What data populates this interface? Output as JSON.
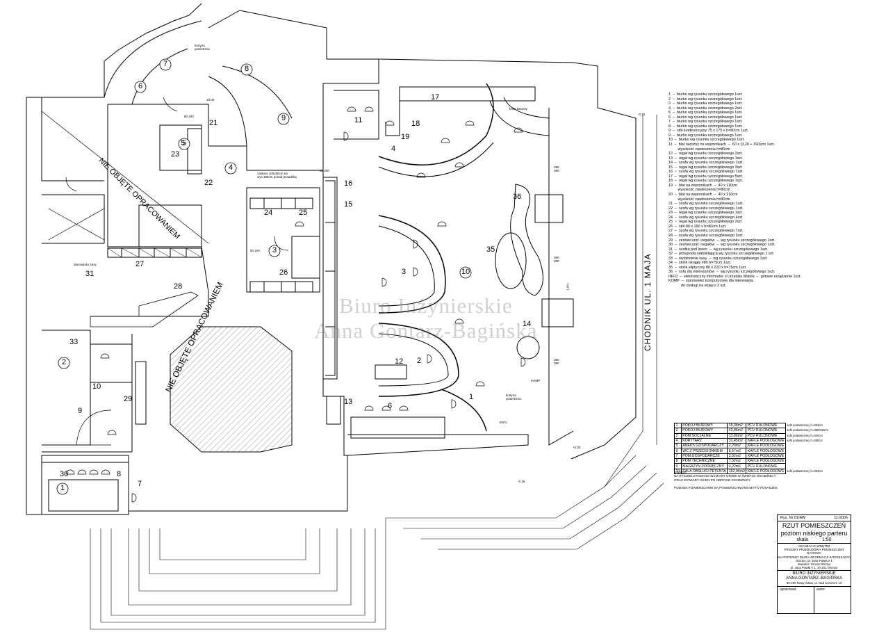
{
  "watermark": {
    "line1": "Biuro Inżynierskie",
    "line2": "Anna Gontarz-Bagińska"
  },
  "street_label": "CHODNIK UL. 1 MAJA",
  "hatched_labels": {
    "large": "NIE OBJĘTE OPRACOWANIEM",
    "diagonal": "NIE OBJĘTE OPRACOWANIEM"
  },
  "room_numbers": [
    "1",
    "2",
    "3",
    "4",
    "5",
    "6",
    "7",
    "8",
    "9",
    "10"
  ],
  "furniture_numbers": [
    "1",
    "2",
    "3",
    "4",
    "5",
    "6",
    "7",
    "8",
    "9",
    "10",
    "11",
    "12",
    "13",
    "14",
    "15",
    "16",
    "17",
    "18",
    "19",
    "21",
    "22",
    "23",
    "24",
    "25",
    "26",
    "27",
    "28",
    "29",
    "30",
    "31",
    "33",
    "35",
    "36"
  ],
  "small_notes": {
    "kurtyna1": "kurtyna powietrzna",
    "kurtyna2": "kurtyna powietrzna",
    "boks": "boks kasowy",
    "stanowisko": "stanowisko kasy",
    "zaslona": "zasłona 100x90cm na wys.185cm ponad posadzką",
    "info": "INFO",
    "komp": "KOMP",
    "lev1": "±0.00",
    "lev2": "-0.16",
    "lev3": "+0.00",
    "lev4": "-0.16",
    "d1": "90 200",
    "d2": "80 200",
    "d3": "80 200",
    "d4": "380 380",
    "d5": "380 380",
    "d6": "380 380",
    "d7": "1.5%"
  },
  "legend": [
    "1  –  biurko wg rysunku szczegółowego 1szt.",
    "2  –  biurko wg rysunku szczegółowego 1szt.",
    "3  –  biurko wg rysunku szczegółowego 1szt.",
    "4  –  biurko wg rysunku szczegółowego 2szt.",
    "5  –  biurko wg rysunku szczegółowego 1szt.",
    "6  –  biurko wg rysunku szczegółowego 1szt.",
    "7  –  biurko wg rysunku szczegółowego 1szt.",
    "8  –  biurko wg rysunku szczegółowego 1szt.",
    "9  –  stół konferencyjny 75 x 175 x h=80cm 1szt.",
    "9  –  biurko wg rysunku szczegółowego 1szt.",
    "10  –  biurko wg rysunku szczegółowego 1szt.",
    "11  –  blat narożny na wspornikach  –  60 x (3,20 + 190)cm 1szt.",
    "         wysokość zawieszenia h=80cm",
    "12  –  regał wg rysunku szczegółowego 2szt.",
    "13  –  regał wg rysunku szczegółowego 1szt.",
    "14  –  szafa wg rysunku szczegółowego 1szt.",
    "15  –  regał wg rysunku szczegółowego 3szt.",
    "16  –  szafa wg rysunku szczegółowego 1szt.",
    "17  –  regał wg rysunku szczegółowego 5szt.",
    "18  –  regał wg rysunku szczegółowego 1szt.",
    "19  –  blat na wspornikach  –  40 x 110cm",
    "         wysokość zawieszenia h=80cm",
    "20  –  blat na wspornikach  –  40 x 210cm",
    "         wysokość zawieszenia h=80cm",
    "21  –  szafa wg rysunku szczegółowego 1szt.",
    "22  –  szafa wg rysunku szczegółowego 1szt.",
    "23  –  regał wg rysunku szczegółowego 1szt.",
    "24  –  szafa wg rysunku szczegółowego 4szt.",
    "25  –  regał wg rysunku szczegółowego 2szt.",
    "26  –  stół 80 x 160 x h=80cm 1szt.",
    "27  –  szafa wg rysunku szczegółowego 7szt.",
    "28  –  szafa wg rysunku szczegółowego 3szt.",
    "29  –  zestaw szaf i regałów  –  wg rysunku szczegółowego 1szt.",
    "30  –  zestaw szaf i regałów  –  wg rysunku szczegółowego 1szt.",
    "31  –  szafka pod ksero  –  wg rysunku szczegółowego 1szt.",
    "32  –  przegroda oddzielająca wg rysunku szczegółowego 1 szt.",
    "33  –  wydzielenie kasy  –  wg rysunku szczegółowego 1szt.",
    "34  –  stolik okrągły #80 h=75cm 1szt.",
    "35  –  stolik eliptyczny 80 x 220 x h=75cm 1szt.",
    "36  –  sofa dla interesantów  –  wg rysunku szczegółowego 1szt.",
    "INFO  –  elektroniczny informator o Urzędzie Miasta  –  gotowe urządzenie 1szt.",
    "KOMP  –  stanowisko komputerowe dla interesanta",
    "            do obsługi na stojąco 2 szt."
  ],
  "room_table": [
    [
      "1",
      "POKÓJ BIUROWY",
      "15,36m2",
      "PCV RULONOWE",
      "sufit podwieszony h=383cm"
    ],
    [
      "2",
      "POKÓJ BIUROWY",
      "43,86m2",
      "PCV RULONOWE",
      "sufit podwieszony h=380/340cm"
    ],
    [
      "3",
      "POM.SOCJALNE",
      "13,86m2",
      "PCV RULONOWE",
      "sufit podwieszony h=300cm"
    ],
    [
      "4",
      "KORYTARZ",
      "31,45m2",
      "KAFLE PODŁOGOWE",
      "sufit podwieszony h=380cm"
    ],
    [
      "5",
      "ANEKS GOSPODARCZY",
      "2,29m2",
      "KAFLE PODŁOGOWE",
      ""
    ],
    [
      "6",
      "WC Z PRZEDSIONKIEM",
      "6,57m2",
      "KAFLE PODŁOGOWE",
      ""
    ],
    [
      "7",
      "POM.GOSPODARCZE",
      "2,02m2",
      "KAFLE PODŁOGOWE",
      ""
    ],
    [
      "8",
      "POM.TECHNICZNE",
      "7,52m2",
      "KAFLE PODŁOGOWE",
      ""
    ],
    [
      "9",
      "MAGAZYN PODRĘCZNY",
      "4,22m2",
      "PCV RULONOWE",
      ""
    ],
    [
      "10",
      "SALA OBSŁUGI PETENTA",
      "162,96m2",
      "KAFLE PODŁOGOWE",
      "sufit podwieszony h=383cm"
    ]
  ],
  "room_notes": [
    "UWAGA:",
    "NA RYSUNKU PODANO WYMIARY DRZWI W ŚWIETLE OŚCIEŻNICY",
    "ORAZ WYMIARY OKIEN PO OBRYSIE OŚCIEŻNICY",
    "",
    "PODANE POWIERZCHNIE SĄ POWIERZCHNIAMI NETTO POSADZEK"
  ],
  "title_block": {
    "drawing_no": "Rys. Nr 01/AW",
    "date": "11-2006",
    "title1": "RZUT POMIESZCZEŃ",
    "title2": "poziom niskiego parteru",
    "scale_label": "skala",
    "scale": "1:50",
    "branch": "ARANŻACJA WNĘTRZ",
    "project1": "PROJEKT PRZEBUDOWY POMIESZCZEŃ RATUSZA",
    "project2": "NA POTRZEBY BIURA INFORMACJI INTERESANTA",
    "project3": "Olsztyn, pl. Jana Pawła II 1",
    "investor1": "Inwestor: Gmina Olsztyn",
    "investor2": "pl. Jana Pawła II 1, 10-101 Olsztyn",
    "office1": "BIURO INŻYNIERSKIE",
    "office2": "ANNA GONTARZ–BAGIŃSKA",
    "office3": "80-299 Nowy Świat, ul. Nad Jeziorem 13",
    "prepared": "opracował:",
    "author": "autor:"
  }
}
